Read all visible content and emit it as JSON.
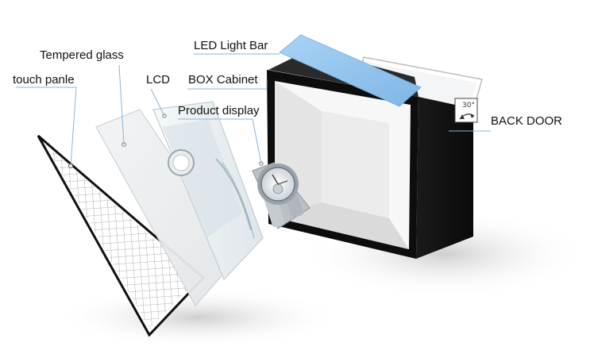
{
  "labels": {
    "touch_panel": "touch panle",
    "tempered_glass": "Tempered glass",
    "lcd": "LCD",
    "box_cabinet": "BOX Cabinet",
    "led_light_bar": "LED Light Bar",
    "product_display": "Product display",
    "back_door": "BACK DOOR",
    "door_angle": "30°"
  },
  "colors": {
    "led_bar": "#8fc3ee",
    "cabinet_frame": "#111111",
    "label_text": "#111111",
    "leader_line": "#8ab4d8"
  }
}
